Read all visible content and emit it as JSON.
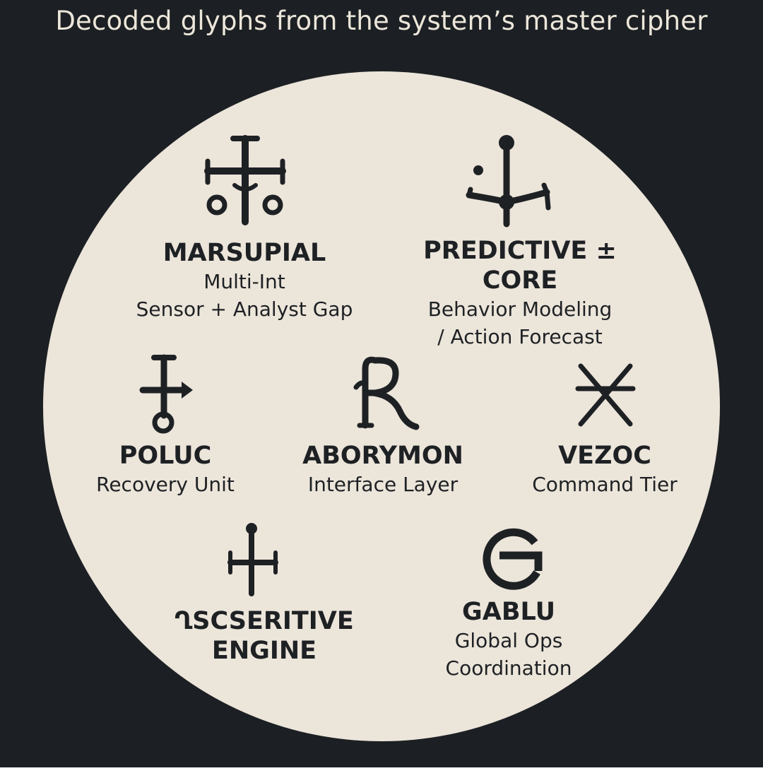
{
  "caption": "Decoded glyphs from the system’s master cipher",
  "colors": {
    "background": "#1c2024",
    "disc": "#ece5da",
    "ink": "#1e2124",
    "caption": "#ece6da"
  },
  "glyphs": [
    {
      "id": "marsupial",
      "icon": "cross-with-two-rings-icon",
      "name_lines": [
        "MARSUPIAL"
      ],
      "desc_lines": [
        "Multi-Int",
        "Sensor + Analyst Gap"
      ]
    },
    {
      "id": "predictive",
      "icon": "dotted-branching-cross-icon",
      "name_lines": [
        "PREDICTIVE ±",
        "CORE"
      ],
      "desc_lines": [
        "Behavior Modeling",
        "/ Action Forecast"
      ]
    },
    {
      "id": "poluc",
      "icon": "arrow-cross-with-ring-icon",
      "name_lines": [
        "POLUC"
      ],
      "desc_lines": [
        "Recovery Unit"
      ]
    },
    {
      "id": "aborymon",
      "icon": "rx-like-rune-icon",
      "name_lines": [
        "ABORYMON"
      ],
      "desc_lines": [
        "Interface Layer"
      ]
    },
    {
      "id": "vezoc",
      "icon": "six-point-asterisk-icon",
      "name_lines": [
        "VEZOC"
      ],
      "desc_lines": [
        "Command Tier"
      ]
    },
    {
      "id": "scseritive",
      "icon": "dotted-cross-icon",
      "name_lines": [
        "ՂSCSERITIVE",
        "ENGINE"
      ],
      "desc_lines": []
    },
    {
      "id": "gablu",
      "icon": "g-ring-icon",
      "name_lines": [
        "GABLU"
      ],
      "desc_lines": [
        "Global Ops",
        "Coordination"
      ]
    }
  ]
}
